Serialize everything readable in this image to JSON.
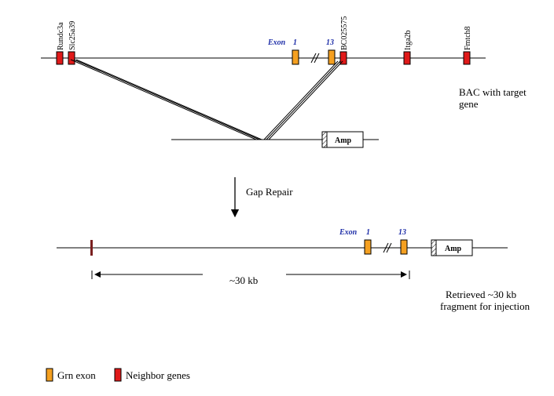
{
  "bac": {
    "neighbor_genes": [
      "Rundc3a",
      "Slc25a39",
      "BC025575",
      "Itga2b",
      "Fmtch8"
    ],
    "exon_word": "Exon",
    "exon_first": "1",
    "exon_last": "13",
    "label_line1": "BAC with target",
    "label_line2": "gene"
  },
  "vector": {
    "marker": "Amp"
  },
  "step": {
    "label": "Gap Repair"
  },
  "retrieved": {
    "exon_word": "Exon",
    "exon_first": "1",
    "exon_last": "13",
    "marker": "Amp",
    "size_label": "~30 kb",
    "label_line1": "Retrieved ~30 kb",
    "label_line2": "fragment for injection"
  },
  "legend": {
    "exon_label": "Grn exon",
    "neighbor_label": "Neighbor genes"
  },
  "colors": {
    "exon": "#f5a020",
    "neighbor": "#e01919",
    "neighbor_small": "#7a1f1f",
    "exon_text": "#1f2fa8"
  }
}
